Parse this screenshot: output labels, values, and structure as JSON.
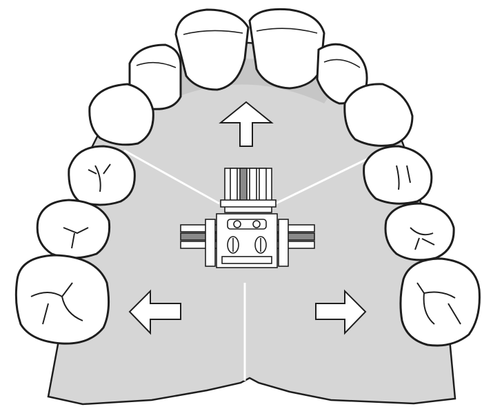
{
  "colors": {
    "background": "#ffffff",
    "palate": "#d6d6d6",
    "palate_dark": "#c6c6c6",
    "tooth_fill": "#ffffff",
    "outline": "#1e1e1e",
    "suture_lines": "#ffffff",
    "appliance_shading": "#8a8a8a",
    "arrow_fill": "#ffffff"
  },
  "diagram": {
    "subject": "upper-dental-arch-occlusal-view",
    "tooth_count": 12,
    "expander_segments": 3,
    "expansion_directions": [
      "forward",
      "left",
      "right"
    ],
    "icons": [
      "arrow-up-icon",
      "arrow-left-icon",
      "arrow-right-icon",
      "palatal-expander-icon"
    ]
  }
}
